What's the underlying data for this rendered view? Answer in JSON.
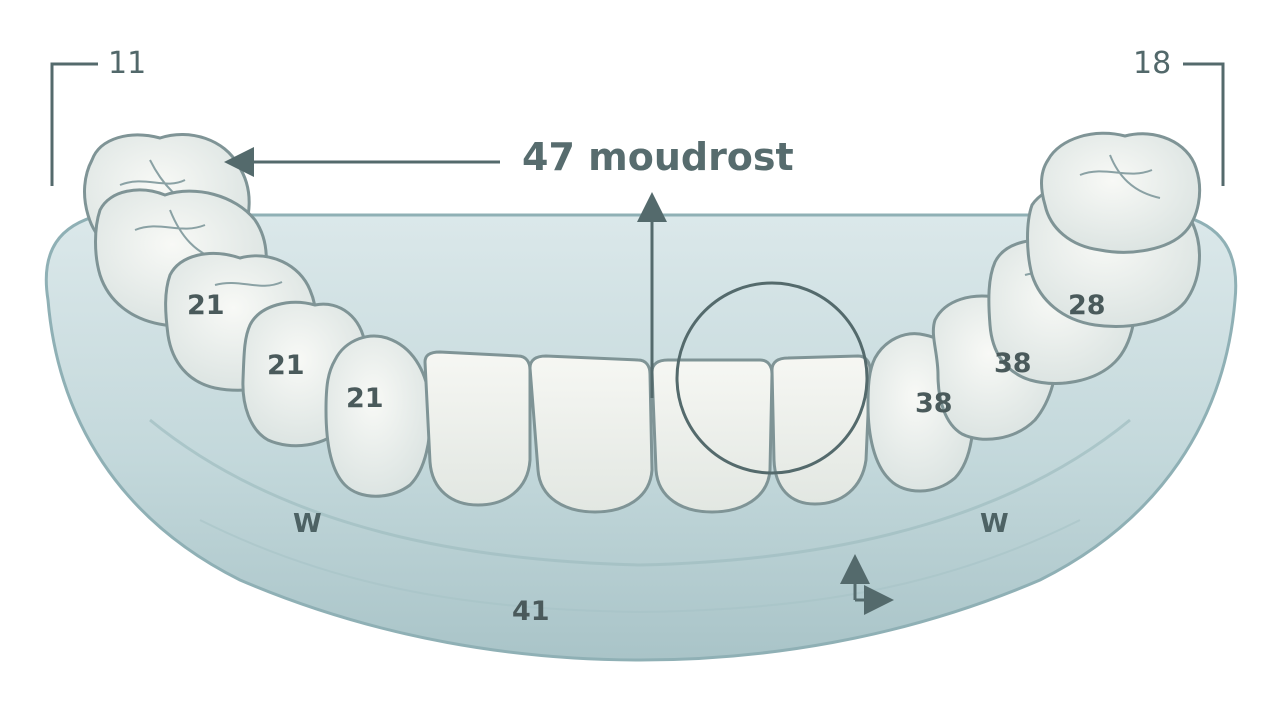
{
  "title": "47 moudrost",
  "corner_left": "11",
  "corner_right": "18",
  "tooth_labels": {
    "left_molar_1": "21",
    "left_molar_2": "21",
    "left_premolar": "21",
    "right_molar_1": "28",
    "right_molar_2": "38",
    "right_premolar": "38"
  },
  "side_left": "W",
  "side_right": "W",
  "bottom_label": "41",
  "colors": {
    "gum": "#b9d0d3",
    "gum_edge": "#8fb0b5",
    "tooth": "#eef1ec",
    "tooth_edge": "#7f9496",
    "ink": "#4f6466"
  }
}
